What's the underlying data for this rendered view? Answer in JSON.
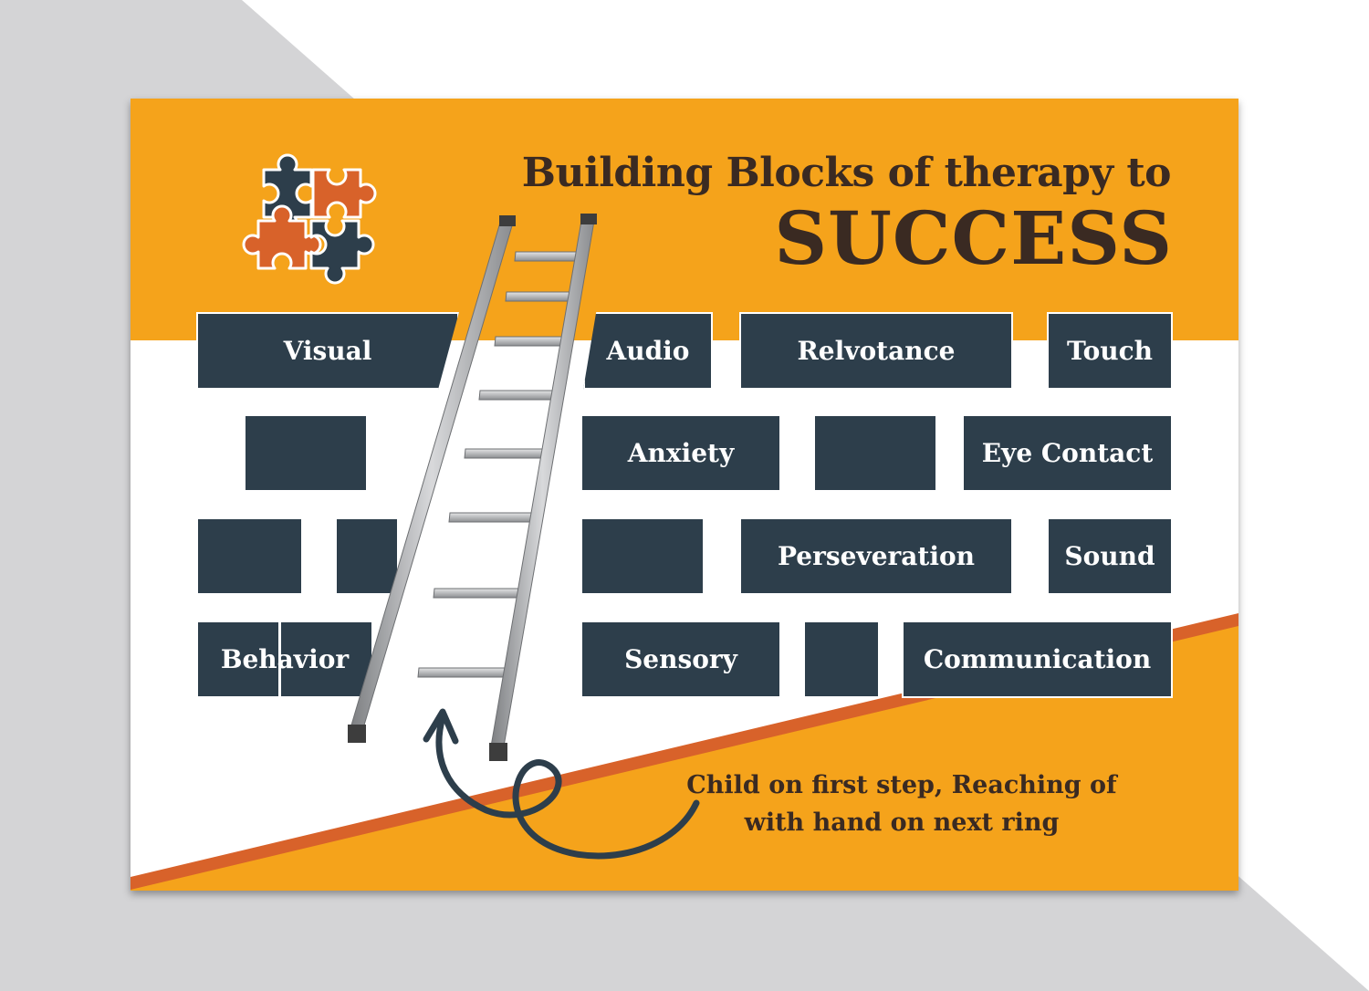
{
  "title": {
    "line1": "Building Blocks of therapy to",
    "line2": "SUCCESS"
  },
  "blocks": {
    "visual": "Visual",
    "audio": "Audio",
    "relvotance": "Relvotance",
    "touch": "Touch",
    "anxiety": "Anxiety",
    "eye_contact": "Eye Contact",
    "perseveration": "Perseveration",
    "sound": "Sound",
    "behavior": "Behavior",
    "sensory": "Sensory",
    "communication": "Communication"
  },
  "note": {
    "line1": "Child on first step, Reaching of",
    "line2": "with hand on next ring"
  },
  "colors": {
    "orange": "#f5a31b",
    "dark_orange": "#d8622a",
    "navy": "#2d3e4b",
    "gray": "#d4d4d6",
    "text": "#3a2a22"
  },
  "icons": [
    "puzzle-icon",
    "ladder-icon",
    "curved-arrow-icon"
  ]
}
